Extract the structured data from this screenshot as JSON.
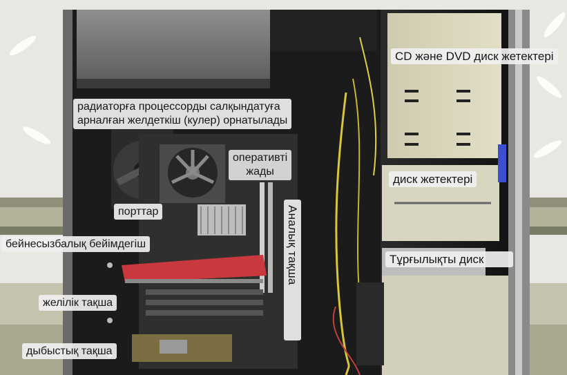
{
  "labels": {
    "cd_dvd": "CD және DVD диск жетектері",
    "cooler_line1": "радиаторға процессорды салқындатуға",
    "cooler_line2": "арналған желдеткіш (кулер) орнатылады",
    "ram_line1": "оперативті",
    "ram_line2": "жады",
    "disk_drives": "диск жетектері",
    "ports": "порттар",
    "video_adapter": "бейнесызбалық бейімдегіш",
    "motherboard": "Аналық тақша",
    "hard_disk": "Тұрғылықты диск",
    "network_card": "желілік тақша",
    "sound_card": "дыбыстық тақша"
  },
  "colors": {
    "background": "#e9e7e1",
    "grass_band": "#8d8e78",
    "case_interior": "#151515",
    "drive_bay": "#d3cfb4",
    "video_card": "#c9383d",
    "wires": "#d9c63a"
  },
  "icons": [
    "cpu-fan-icon",
    "case-fan-icon"
  ]
}
